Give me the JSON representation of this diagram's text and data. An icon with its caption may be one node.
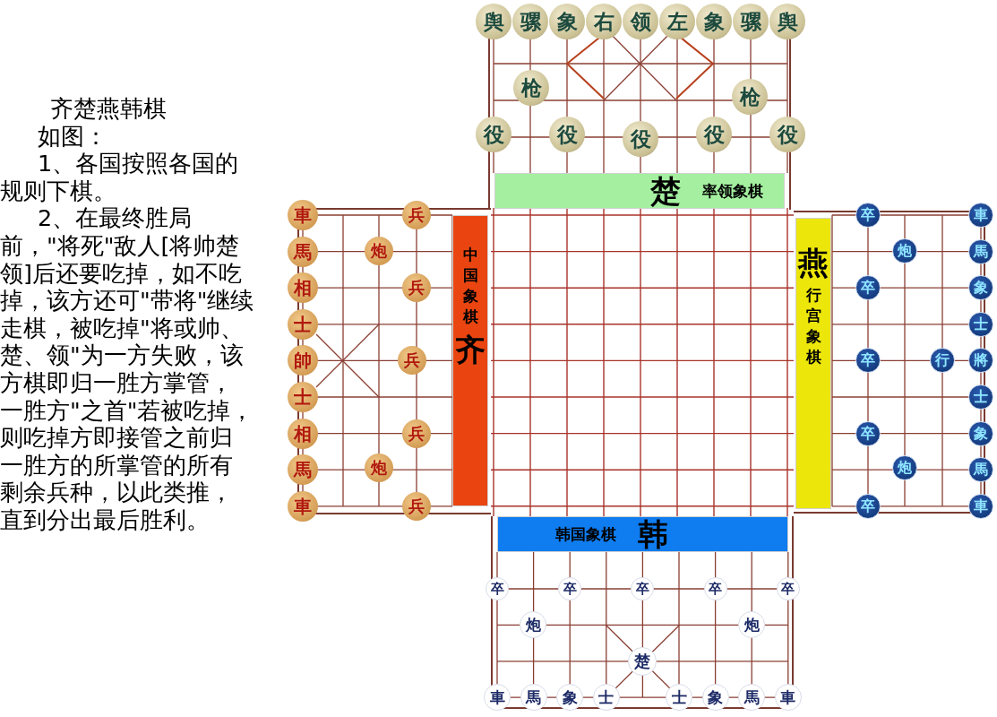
{
  "diagram": {
    "title": "齐楚燕韩棋",
    "nodes": [
      {
        "text": [
          "舆"
        ]
      },
      {
        "text": [
          "骡"
        ]
      },
      {
        "text": [
          "象"
        ]
      },
      {
        "text": [
          "右"
        ]
      },
      {
        "text": [
          "领"
        ]
      },
      {
        "text": [
          "左"
        ]
      },
      {
        "text": [
          "象"
        ]
      },
      {
        "text": [
          "骡"
        ]
      },
      {
        "text": [
          "舆"
        ]
      },
      {
        "text": [
          "枪"
        ]
      },
      {
        "text": [
          "枪"
        ]
      },
      {
        "text": [
          "役"
        ]
      },
      {
        "text": [
          "役"
        ]
      },
      {
        "text": [
          "役"
        ]
      },
      {
        "text": [
          "役"
        ]
      },
      {
        "text": [
          "役"
        ]
      },
      {
        "text": [
          "楚",
          "率领象棋"
        ]
      },
      {
        "text": [
          "車"
        ]
      },
      {
        "text": [
          "馬"
        ]
      },
      {
        "text": [
          "相"
        ]
      },
      {
        "text": [
          "士"
        ]
      },
      {
        "text": [
          "帥"
        ]
      },
      {
        "text": [
          "士"
        ]
      },
      {
        "text": [
          "相"
        ]
      },
      {
        "text": [
          "馬"
        ]
      },
      {
        "text": [
          "車"
        ]
      },
      {
        "text": [
          "炮"
        ]
      },
      {
        "text": [
          "炮"
        ]
      },
      {
        "text": [
          "兵"
        ]
      },
      {
        "text": [
          "兵"
        ]
      },
      {
        "text": [
          "兵"
        ]
      },
      {
        "text": [
          "兵"
        ]
      },
      {
        "text": [
          "兵"
        ]
      },
      {
        "text": [
          "中国象棋",
          "齐"
        ]
      },
      {
        "text": [
          "燕",
          "行宫象棋"
        ]
      },
      {
        "text": [
          "車"
        ]
      },
      {
        "text": [
          "馬"
        ]
      },
      {
        "text": [
          "象"
        ]
      },
      {
        "text": [
          "士"
        ]
      },
      {
        "text": [
          "將"
        ]
      },
      {
        "text": [
          "士"
        ]
      },
      {
        "text": [
          "象"
        ]
      },
      {
        "text": [
          "馬"
        ]
      },
      {
        "text": [
          "車"
        ]
      },
      {
        "text": [
          "卒"
        ]
      },
      {
        "text": [
          "卒"
        ]
      },
      {
        "text": [
          "卒"
        ]
      },
      {
        "text": [
          "卒"
        ]
      },
      {
        "text": [
          "卒"
        ]
      },
      {
        "text": [
          "炮"
        ]
      },
      {
        "text": [
          "炮"
        ]
      },
      {
        "text": [
          "行"
        ]
      },
      {
        "text": [
          "韩国象棋",
          "韩"
        ]
      },
      {
        "text": [
          "卒"
        ]
      },
      {
        "text": [
          "卒"
        ]
      },
      {
        "text": [
          "卒"
        ]
      },
      {
        "text": [
          "卒"
        ]
      },
      {
        "text": [
          "卒"
        ]
      },
      {
        "text": [
          "炮"
        ]
      },
      {
        "text": [
          "炮"
        ]
      },
      {
        "text": [
          "楚"
        ]
      },
      {
        "text": [
          "車"
        ]
      },
      {
        "text": [
          "馬"
        ]
      },
      {
        "text": [
          "象"
        ]
      },
      {
        "text": [
          "士"
        ]
      },
      {
        "text": [
          "士"
        ]
      },
      {
        "text": [
          "象"
        ]
      },
      {
        "text": [
          "馬"
        ]
      },
      {
        "text": [
          "車"
        ]
      }
    ],
    "labels": [
      "如图：",
      "1、各国按照各国的规则下棋。",
      "2、在最终胜局前，\"将死\"敌人[将帅楚领]后还要吃掉，如不吃掉，该方还可\"带将\"继续走棋，被吃掉\"将或帅、楚、领\"为一方失败，该方棋即归一胜方掌管，一胜方\"之首\"若被吃掉，则吃掉方即接管之前归一胜方的所掌管的所有剩余兵种，以此类推，直到分出最后胜利。"
    ]
  }
}
